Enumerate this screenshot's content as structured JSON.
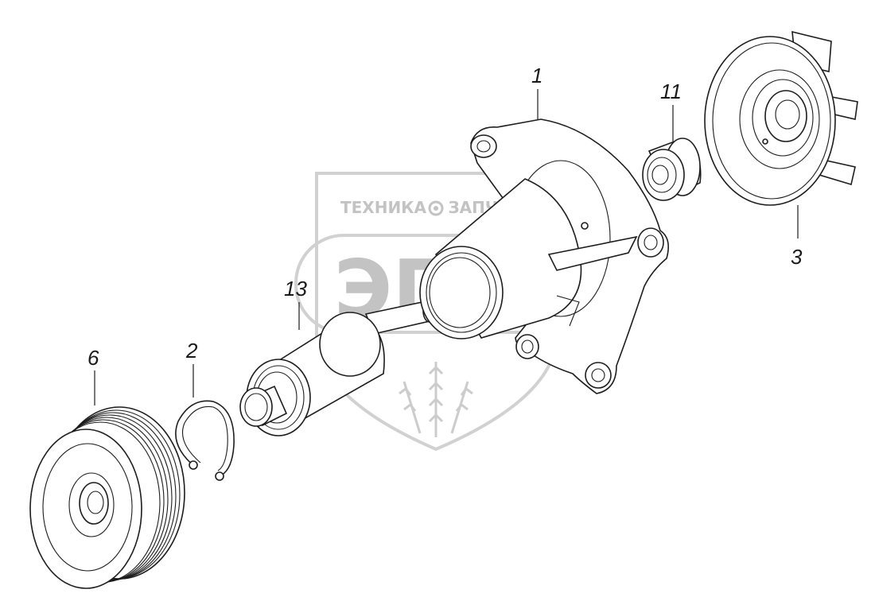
{
  "watermark": {
    "line1_left": "ТЕХНИКА",
    "line1_right": "ЗАПЧАСТИ",
    "logo_letters": "ЭПФ"
  },
  "callouts": {
    "part_1": "1",
    "part_2": "2",
    "part_3": "3",
    "part_6": "6",
    "part_11": "11",
    "part_13": "13"
  }
}
